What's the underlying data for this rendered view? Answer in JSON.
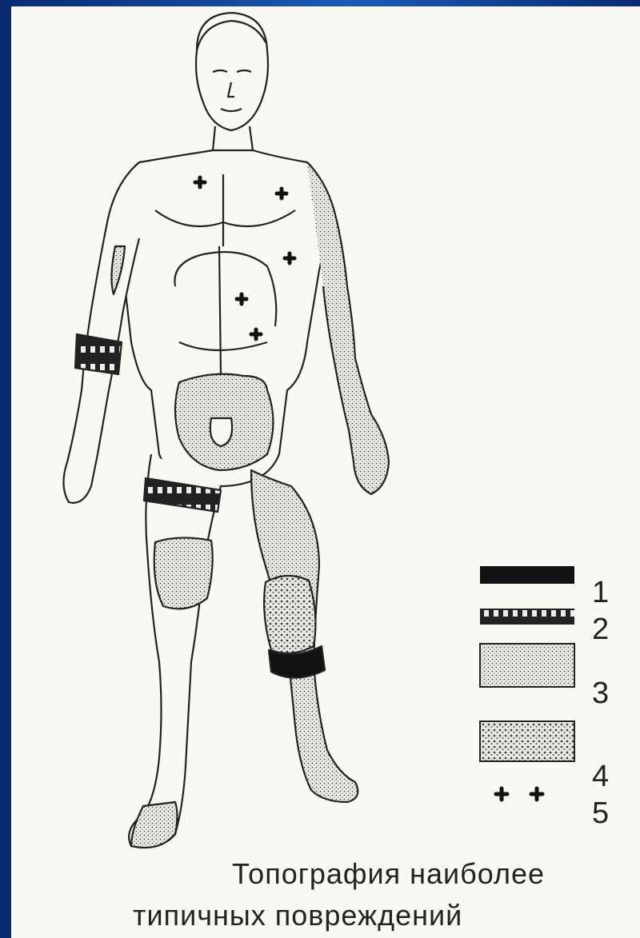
{
  "caption": {
    "line1": "Топография наиболее",
    "line2": "типичных повреждений"
  },
  "legend": [
    {
      "id": "1",
      "swatch": "solid-black-band"
    },
    {
      "id": "2",
      "swatch": "dotted-dark-band"
    },
    {
      "id": "3",
      "swatch": "fine-stipple-area"
    },
    {
      "id": "4",
      "swatch": "coarse-stipple-area"
    },
    {
      "id": "5",
      "swatch": "cross-marks"
    }
  ],
  "colors": {
    "frame": "#0b2f7a",
    "paper": "#faf8f3",
    "ink": "#222222"
  }
}
